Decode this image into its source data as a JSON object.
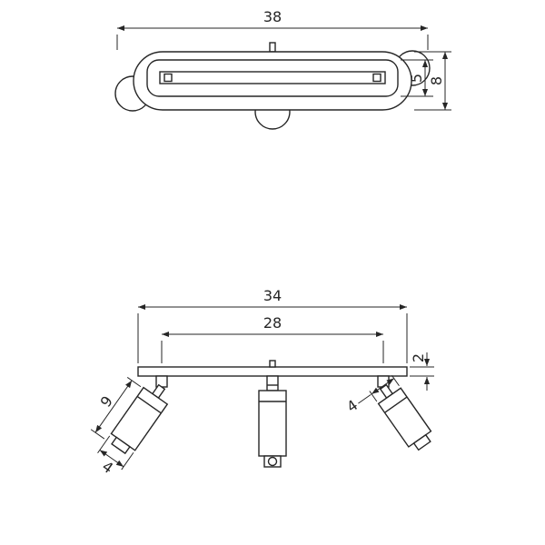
{
  "page": {
    "background": "#ffffff",
    "ink": "#262626",
    "drawing_subject": "three-spot ceiling light technical dimension drawing"
  },
  "top_view": {
    "width": "38",
    "inner_height": "5",
    "outer_height": "8"
  },
  "front_view": {
    "overall_width": "34",
    "fixture_spacing": "28",
    "canopy_thickness": "2",
    "shade_length": "9",
    "shade_diameter_left": "4",
    "shade_diameter_right": "4"
  }
}
